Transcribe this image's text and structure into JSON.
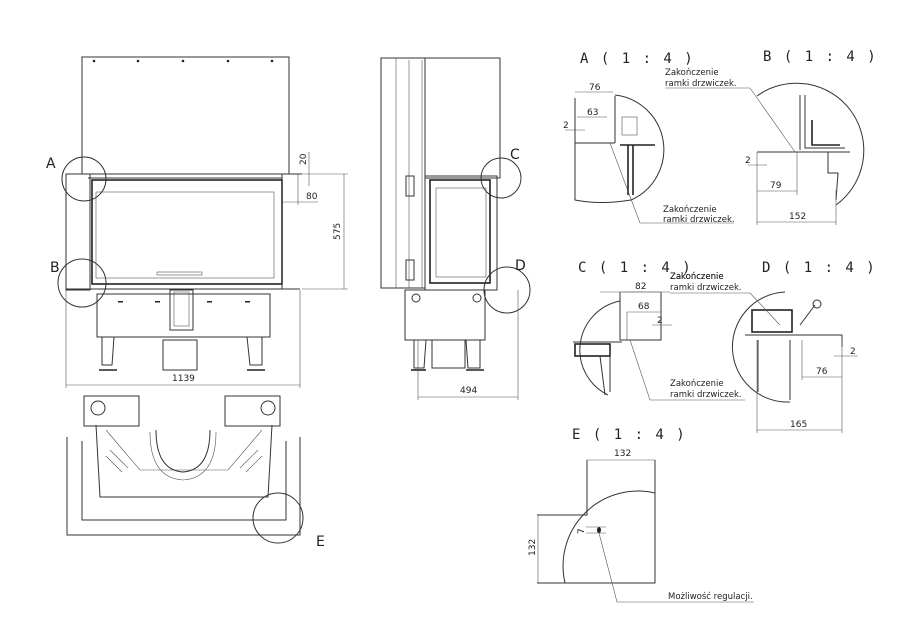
{
  "front_view": {
    "dims": {
      "width": "1139",
      "height": "575",
      "top_offset": "20",
      "side_offset": "80"
    },
    "callouts": [
      "A",
      "B"
    ]
  },
  "side_view": {
    "dims": {
      "depth": "494"
    },
    "callouts": [
      "C",
      "D"
    ]
  },
  "bottom_view": {
    "callouts": [
      "E"
    ]
  },
  "details": {
    "A": {
      "title": "A ( 1 : 4 )",
      "dims": [
        "76",
        "63",
        "2"
      ],
      "notes": [
        "Zakończenie",
        "ramki drzwiczek."
      ]
    },
    "B": {
      "title": "B ( 1 : 4 )",
      "dims": [
        "2",
        "79",
        "152"
      ],
      "notes": [
        "Zakończenie",
        "ramki drzwiczek."
      ]
    },
    "C": {
      "title": "C ( 1 : 4 )",
      "dims": [
        "82",
        "68",
        "2"
      ],
      "notes": [
        "Zakończenie",
        "ramki drzwiczek.",
        "Zakończenie",
        "ramki drzwiczek."
      ]
    },
    "D": {
      "title": "D ( 1 : 4 )",
      "dims": [
        "2",
        "76",
        "165"
      ],
      "notes": [
        "Zakończenie",
        "ramki drzwiczek."
      ]
    },
    "E": {
      "title": "E ( 1 : 4 )",
      "dims": [
        "132",
        "132",
        "7"
      ],
      "notes": [
        "Możliwość regulacji."
      ]
    }
  },
  "colors": {
    "line": "#333333",
    "background": "#ffffff"
  }
}
